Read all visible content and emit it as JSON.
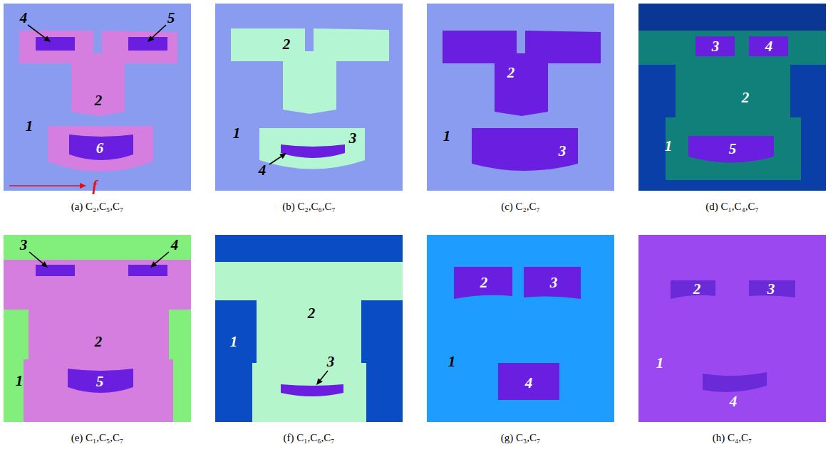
{
  "diagram": {
    "nodes": [
      {
        "text": [
          "4",
          "5",
          "2",
          "1",
          "6",
          "(a) C₂,C₅,C₇"
        ]
      },
      {
        "text": [
          "2",
          "1",
          "3",
          "4",
          "(b) C₂,C₆,C₇"
        ]
      },
      {
        "text": [
          "2",
          "1",
          "3",
          "(c) C₂,C₇"
        ]
      },
      {
        "text": [
          "3",
          "4",
          "2",
          "1",
          "5",
          "(d) C₁,C₄,C₇"
        ]
      },
      {
        "text": [
          "3",
          "4",
          "2",
          "1",
          "5",
          "(e) C₁,C₅,C₇"
        ]
      },
      {
        "text": [
          "2",
          "1",
          "3",
          "(f) C₁,C₆,C₇"
        ]
      },
      {
        "text": [
          "2",
          "3",
          "1",
          "4",
          "(g) C₃,C₇"
        ]
      },
      {
        "text": [
          "2",
          "3",
          "1",
          "4",
          "(h) C₄,C₇"
        ]
      }
    ],
    "labels": [
      "f"
    ]
  }
}
